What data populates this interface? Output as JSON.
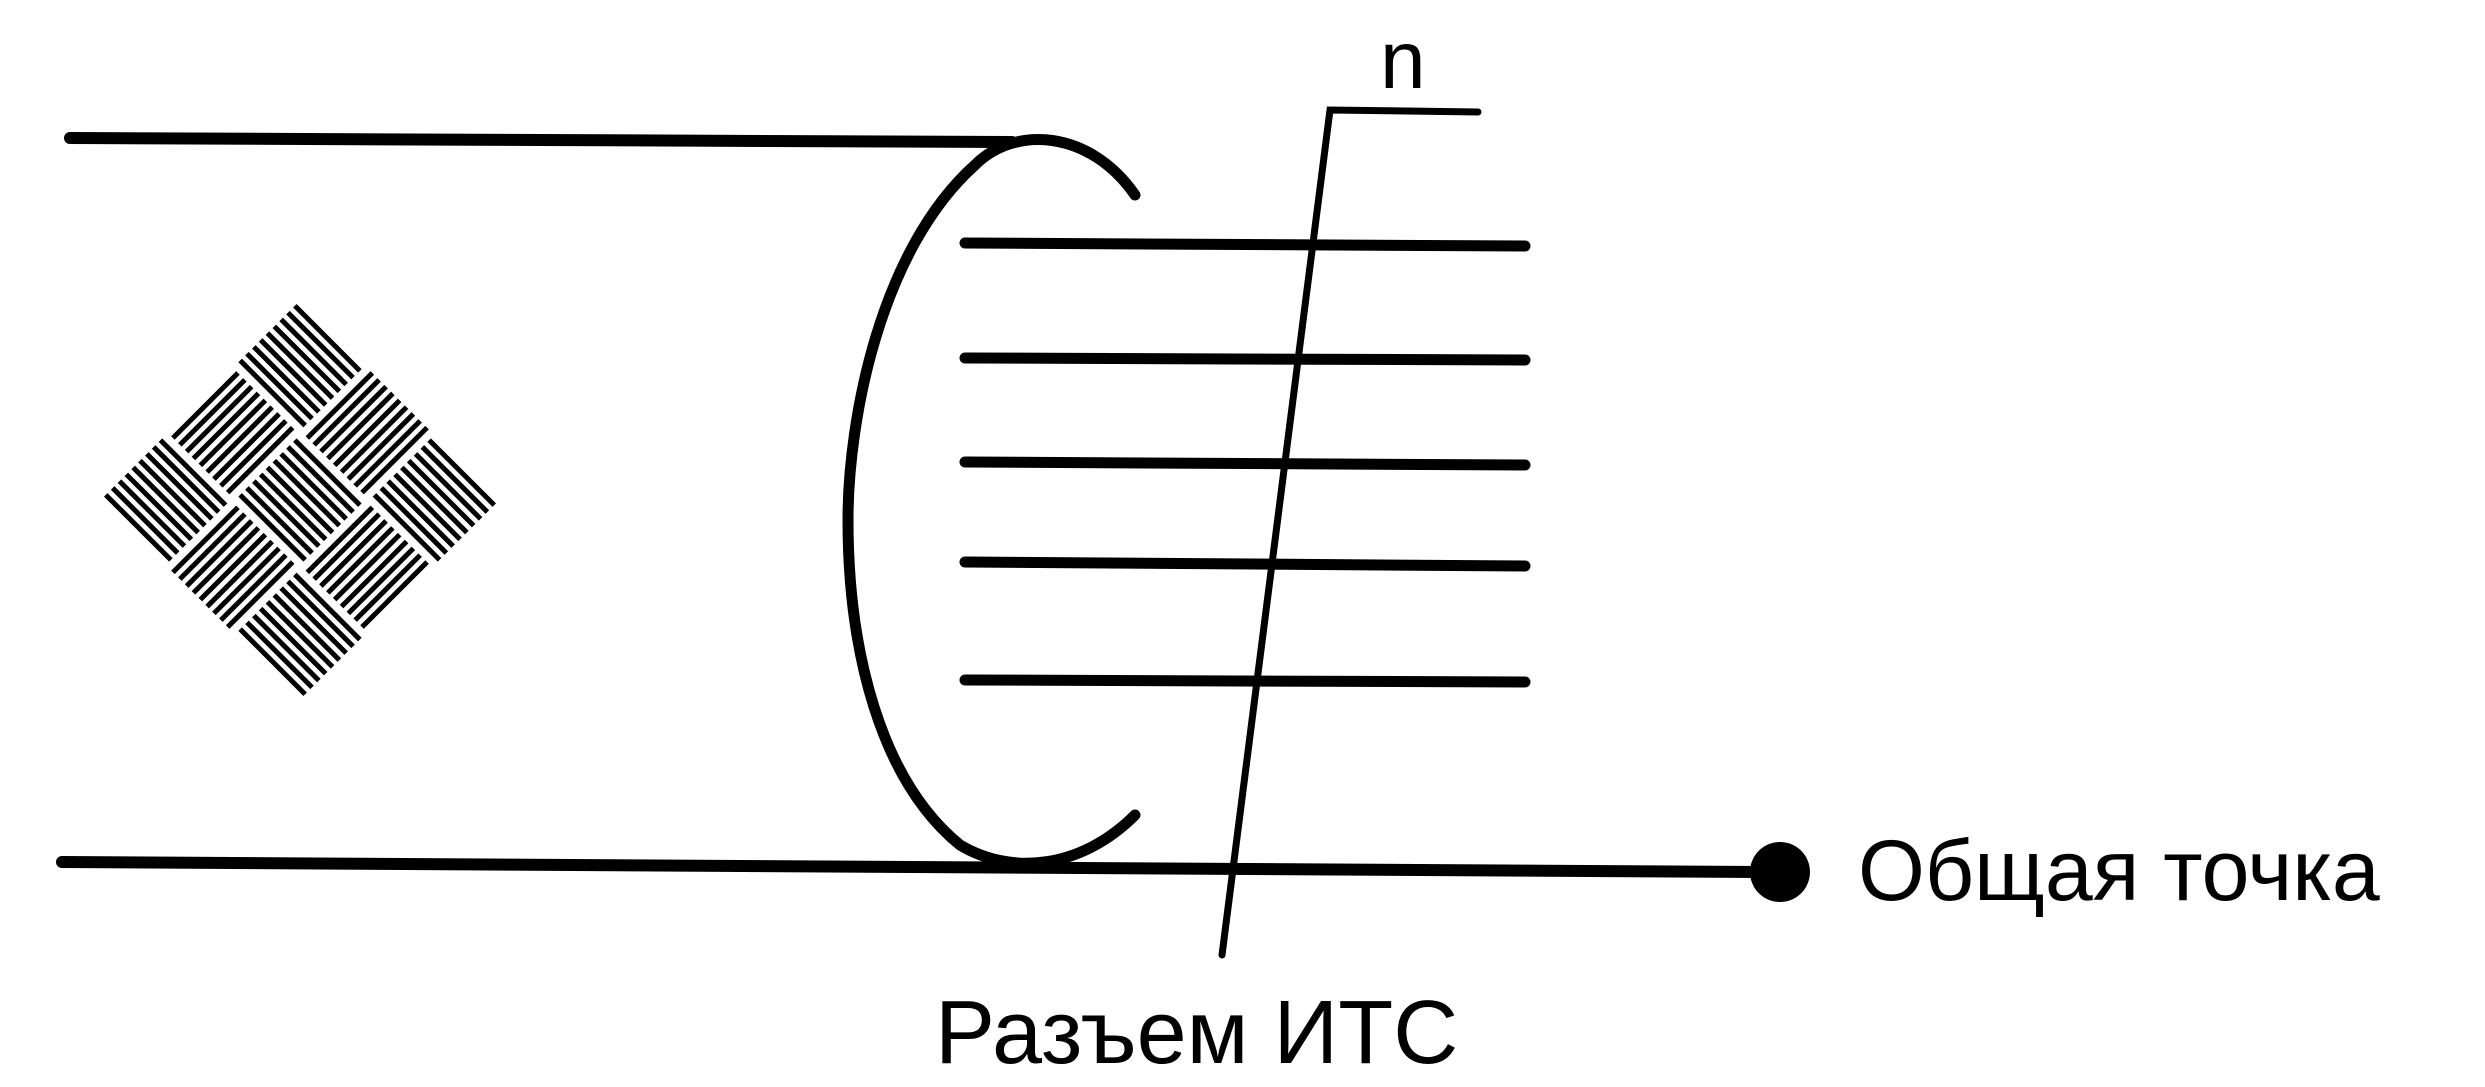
{
  "labels": {
    "wire_marker": "n",
    "common_point": "Общая точка",
    "connector": "Разъем ИТС"
  },
  "icons": {
    "braid": "braided-shield-icon",
    "terminal": "common-point-dot-icon"
  },
  "colors": {
    "ink": "#000000",
    "background": "#ffffff"
  }
}
